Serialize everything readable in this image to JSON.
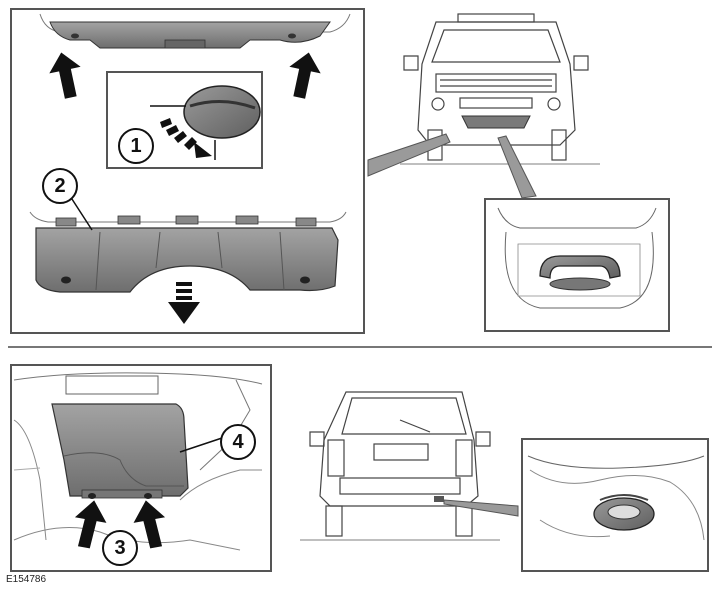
{
  "figure_ref": "E154786",
  "callouts": {
    "c1": "1",
    "c2": "2",
    "c3": "3",
    "c4": "4"
  },
  "colors": {
    "panel_border": "#555555",
    "part_fill": "#8a8a8a",
    "part_dark": "#5a5a5a",
    "arrow": "#111111",
    "line": "#333333"
  }
}
